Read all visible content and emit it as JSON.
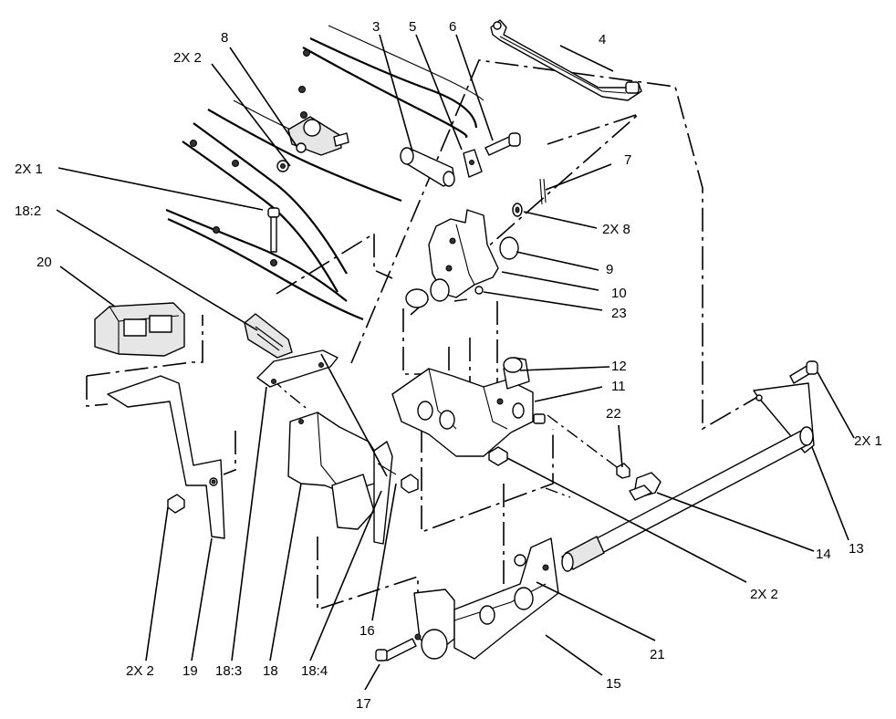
{
  "callouts": [
    {
      "id": "c1",
      "text": "2X 2"
    },
    {
      "id": "c2",
      "text": "8"
    },
    {
      "id": "c3",
      "text": "3"
    },
    {
      "id": "c4",
      "text": "5"
    },
    {
      "id": "c5",
      "text": "6"
    },
    {
      "id": "c6",
      "text": "4"
    },
    {
      "id": "c7",
      "text": "7"
    },
    {
      "id": "c8",
      "text": "2X 1"
    },
    {
      "id": "c9",
      "text": "18:2"
    },
    {
      "id": "c10",
      "text": "2X 8"
    },
    {
      "id": "c11",
      "text": "9"
    },
    {
      "id": "c12",
      "text": "20"
    },
    {
      "id": "c13",
      "text": "10"
    },
    {
      "id": "c14",
      "text": "23"
    },
    {
      "id": "c15",
      "text": "12"
    },
    {
      "id": "c16",
      "text": "11"
    },
    {
      "id": "c17",
      "text": "22"
    },
    {
      "id": "c18",
      "text": "2X 1"
    },
    {
      "id": "c19",
      "text": "14"
    },
    {
      "id": "c20",
      "text": "13"
    },
    {
      "id": "c21",
      "text": "2X 2"
    },
    {
      "id": "c22",
      "text": "16"
    },
    {
      "id": "c23",
      "text": "21"
    },
    {
      "id": "c24",
      "text": "15"
    },
    {
      "id": "c25",
      "text": "2X 2"
    },
    {
      "id": "c26",
      "text": "19"
    },
    {
      "id": "c27",
      "text": "18:3"
    },
    {
      "id": "c28",
      "text": "18"
    },
    {
      "id": "c29",
      "text": "18:4"
    },
    {
      "id": "c30",
      "text": "17"
    }
  ]
}
